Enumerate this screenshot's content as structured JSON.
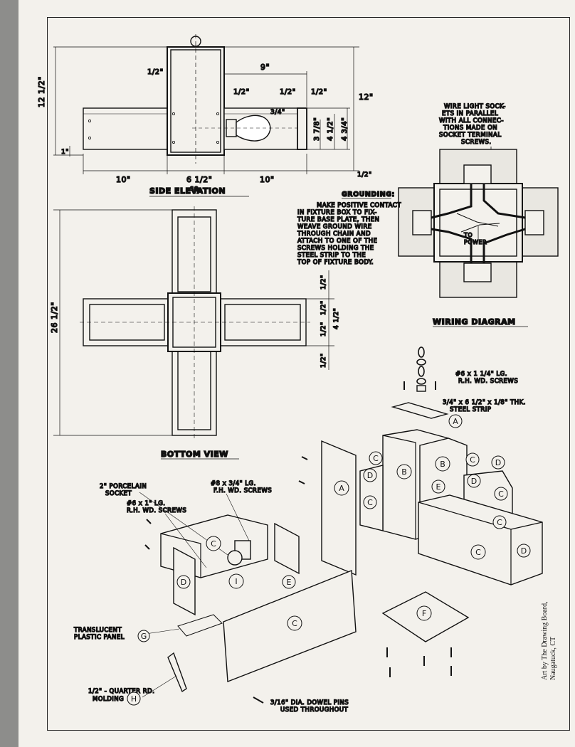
{
  "side_elevation": {
    "title": "SIDE ELEVATION",
    "dims": {
      "overall_height": "12 1/2\"",
      "half_top": "1/2\"",
      "nine": "9\"",
      "half_a": "1/2\"",
      "half_b": "1/2\"",
      "half_c": "1/2\"",
      "twelve": "12\"",
      "three_quarter": "3/4\"",
      "three_seven_eighths": "3 7/8\"",
      "four_half_a": "4 1/2\"",
      "four_three_quarter": "4 3/4\"",
      "one": "1\"",
      "ten_left": "10\"",
      "six_half": "6 1/2\"",
      "sq": "SQ.",
      "ten_right": "10\"",
      "half_bottom": "1/2\""
    }
  },
  "bottom_view": {
    "title": "BOTTOM VIEW",
    "dims": {
      "overall": "26 1/2\"",
      "half_1": "1/2\"",
      "half_2": "1/2\"",
      "half_3": "1/2\"",
      "four_half": "4 1/2\"",
      "half_4": "1/2\""
    }
  },
  "wiring_diagram": {
    "title": "WIRING DIAGRAM",
    "note": [
      "WIRE LIGHT SOCK-",
      "ETS IN PARALLEL",
      "WITH ALL CONNEC-",
      "TIONS MADE ON",
      "SOCKET TERMINAL",
      "SCREWS."
    ],
    "to_power": [
      "TO",
      "POWER"
    ]
  },
  "grounding": {
    "title": "GROUNDING:",
    "lines": [
      "MAKE POSITIVE CONTACT",
      "IN FIXTURE BOX TO FIX-",
      "TURE BASE PLATE, THEN",
      "WEAVE GROUND WIRE",
      "THROUGH CHAIN AND",
      "ATTACH TO ONE OF THE",
      "SCREWS HOLDING THE",
      "STEEL STRIP TO THE",
      "TOP OF FIXTURE BODY."
    ]
  },
  "exploded_view": {
    "callouts": {
      "screws_top": [
        "#6 x 1 1/4\" LG.",
        "R.H. WD. SCREWS"
      ],
      "steel_strip": [
        "3/4\" x 6 1/2\" x 1/8\" THK.",
        "STEEL STRIP"
      ],
      "porcelain": [
        "2\" PORCELAIN",
        "SOCKET"
      ],
      "fh_screws": [
        "#8 x 3/4\" LG.",
        "F.H. WD. SCREWS"
      ],
      "rh_screws": [
        "#6 x 1\" LG.",
        "R.H. WD. SCREWS"
      ],
      "panel": [
        "TRANSLUCENT",
        "PLASTIC PANEL"
      ],
      "molding": [
        "1/2\" - QUARTER RD.",
        "MOLDING"
      ],
      "dowel": [
        "3/16\" DIA. DOWEL PINS",
        "USED THROUGHOUT"
      ]
    },
    "parts": {
      "a": "A",
      "b": "B",
      "c": "C",
      "d": "D",
      "e": "E",
      "f": "F",
      "g": "G",
      "h": "H",
      "i": "I"
    }
  },
  "credit": [
    "Art by The Drawing Board,",
    "Naugatuck, CT"
  ]
}
